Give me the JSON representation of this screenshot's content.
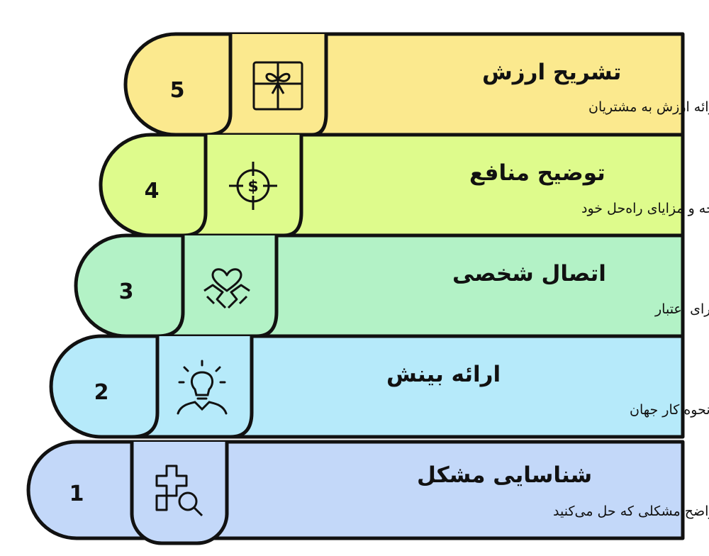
{
  "steps": [
    {
      "number": "1",
      "title": "شناسایی مشکل",
      "description": "شناسایی و توضیح واضح مشکلی که حل می‌کنید",
      "icon": "puzzle-search-icon",
      "color": "#c3d8f9"
    },
    {
      "number": "2",
      "title": "ارائه بینش",
      "description": "نشان دادن دیدگاه منحصربه‌فرد خود درباره نحوه کار جهان",
      "icon": "lightbulb-person-icon",
      "color": "#b6eafa"
    },
    {
      "number": "3",
      "title": "اتصال شخصی",
      "description": "پیوند دادن راه‌حل خود با داستان شخصی خود برای اعتبار",
      "icon": "heart-hands-icon",
      "color": "#b3f2c6"
    },
    {
      "number": "4",
      "title": "توضیح منافع",
      "description": "توضیح واضح نتیجه و مزایای راه‌حل خود",
      "icon": "dollar-target-icon",
      "color": "#defb8c"
    },
    {
      "number": "5",
      "title": "تشریح ارزش",
      "description": "تشریح چگونگی ارائه ارزش به مشتریان",
      "icon": "gift-box-icon",
      "color": "#fbe98e"
    }
  ]
}
